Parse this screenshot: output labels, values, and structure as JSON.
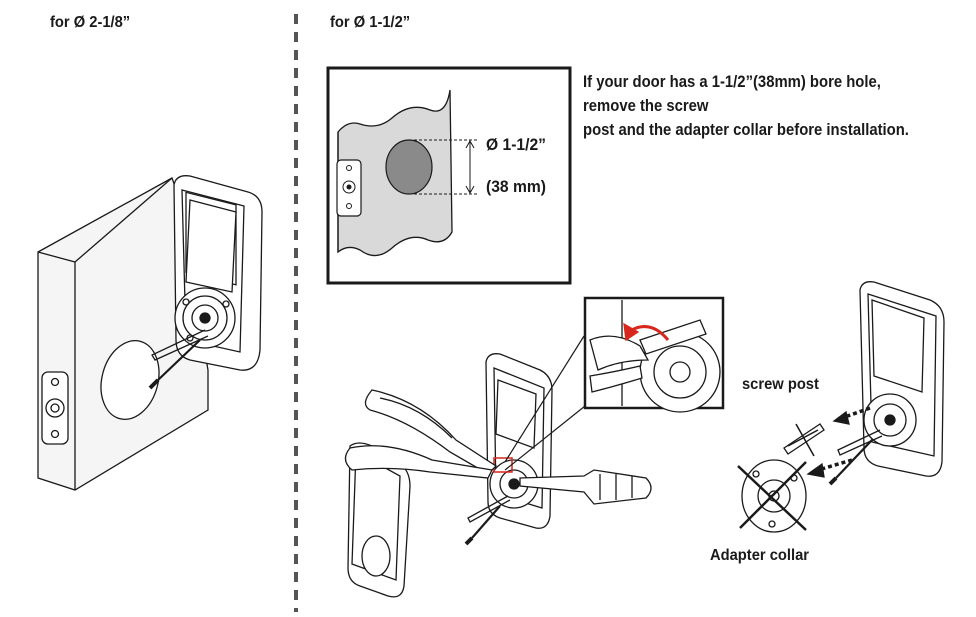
{
  "headers": {
    "left": "for Ø 2-1/8”",
    "right": "for Ø 1-1/2”"
  },
  "instruction": {
    "line1": "If your door has a 1-1/2”(38mm) bore hole,",
    "line2": "remove the screw",
    "line3": "post and the adapter collar before installation."
  },
  "inset": {
    "diameter": "Ø 1-1/2”",
    "metric": "(38 mm)"
  },
  "callouts": {
    "screw_post": "screw post",
    "adapter_collar": "Adapter collar"
  },
  "colors": {
    "line": "#1a1a1a",
    "door_fill": "#f2f2f2",
    "hole_fill": "#8a8a8a",
    "arrow_red": "#d9261c"
  }
}
